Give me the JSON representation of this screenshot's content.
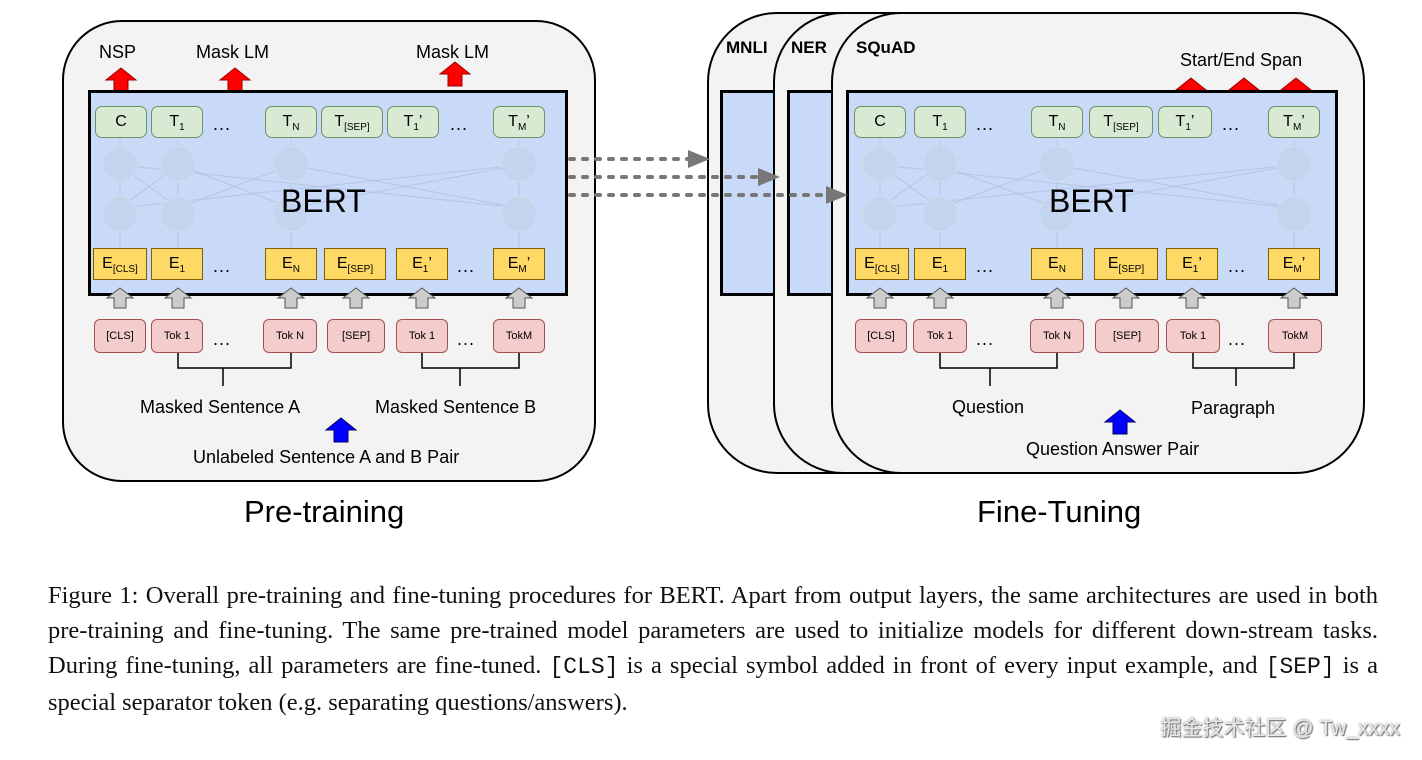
{
  "pretrain": {
    "outputs": {
      "nsp": "NSP",
      "mask_lm_1": "Mask LM",
      "mask_lm_2": "Mask LM"
    },
    "model_label": "BERT",
    "t_boxes": [
      "C",
      "T",
      "T",
      "T",
      "T",
      "T"
    ],
    "t_subs": [
      "",
      "1",
      "N",
      "[SEP]",
      "1",
      "M"
    ],
    "t_primes": [
      "",
      "",
      "",
      "",
      "’",
      "’"
    ],
    "e_boxes": [
      "E",
      "E",
      "E",
      "E",
      "E",
      "E"
    ],
    "e_subs": [
      "[CLS]",
      "1",
      "N",
      "[SEP]",
      "1",
      "M"
    ],
    "e_primes": [
      "",
      "",
      "",
      "",
      "’",
      "’"
    ],
    "tokens": [
      "[CLS]",
      "Tok 1",
      "Tok N",
      "[SEP]",
      "Tok 1",
      "TokM"
    ],
    "ellipsis": "...",
    "sentence_a": "Masked Sentence A",
    "sentence_b": "Masked Sentence B",
    "pair_label": "Unlabeled Sentence A and B Pair",
    "title": "Pre-training"
  },
  "finetune": {
    "tasks": [
      "MNLI",
      "NER",
      "SQuAD"
    ],
    "output_label": "Start/End Span",
    "model_label": "BERT",
    "t_boxes": [
      "C",
      "T",
      "T",
      "T",
      "T",
      "T"
    ],
    "t_subs": [
      "",
      "1",
      "N",
      "[SEP]",
      "1",
      "M"
    ],
    "t_primes": [
      "",
      "",
      "",
      "",
      "’",
      "’"
    ],
    "e_boxes": [
      "E",
      "E",
      "E",
      "E",
      "E",
      "E"
    ],
    "e_subs": [
      "[CLS]",
      "1",
      "N",
      "[SEP]",
      "1",
      "M"
    ],
    "e_primes": [
      "",
      "",
      "",
      "",
      "’",
      "’"
    ],
    "tokens": [
      "[CLS]",
      "Tok 1",
      "Tok N",
      "[SEP]",
      "Tok 1",
      "TokM"
    ],
    "ellipsis": "...",
    "segment_a": "Question",
    "segment_b": "Paragraph",
    "pair_label": "Question Answer Pair",
    "title": "Fine-Tuning"
  },
  "caption": {
    "part1": "Figure 1: Overall pre-training and fine-tuning procedures for BERT. Apart from output layers, the same architectures are used in both pre-training and fine-tuning. The same pre-trained model parameters are used to initialize models for different down-stream tasks. During fine-tuning, all parameters are fine-tuned. ",
    "code1": "[CLS]",
    "part2": " is a special symbol added in front of every input example, and ",
    "code2": "[SEP]",
    "part3": " is a special separator token (e.g. separating questions/answers)."
  },
  "watermark": "掘金技术社区 @ Tw_xxxx",
  "colors": {
    "panel_bg": "#f3f3f3",
    "bert_bg": "#c9daf8",
    "t_box": "#d9ead3",
    "e_box": "#ffd966",
    "token_box": "#f4cccc",
    "output_arrow": "#ff0000",
    "input_arrow": "#0000ff",
    "embed_arrow": "#cccccc"
  },
  "icons": [
    "up-arrow-icon",
    "dotted-arrow-icon"
  ]
}
